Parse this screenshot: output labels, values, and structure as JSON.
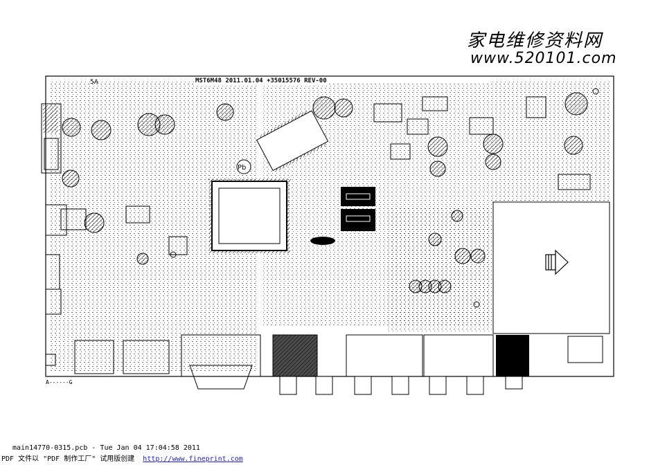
{
  "watermark": {
    "chinese": "家电维修资料网",
    "url": "www.520101.com"
  },
  "board": {
    "title": "MST6M48   2011.01.04  +35015576  REV-00",
    "fuse_rating": "5A",
    "corner_marker": "A------G"
  },
  "footer": {
    "filename_line": "main14770-0315.pcb - Tue Jan 04 17:04:58 2011",
    "pdf_prefix": "PDF 文件以 \"PDF 制作工厂\" 试用版创建",
    "pdf_link": "http://www.fineprint.com"
  },
  "colors": {
    "ink": "#000000",
    "link": "#1a1ad8",
    "background": "#ffffff"
  },
  "icons": {
    "lead_free": "pb-lead-free-icon",
    "arrow": "right-arrow-icon"
  }
}
